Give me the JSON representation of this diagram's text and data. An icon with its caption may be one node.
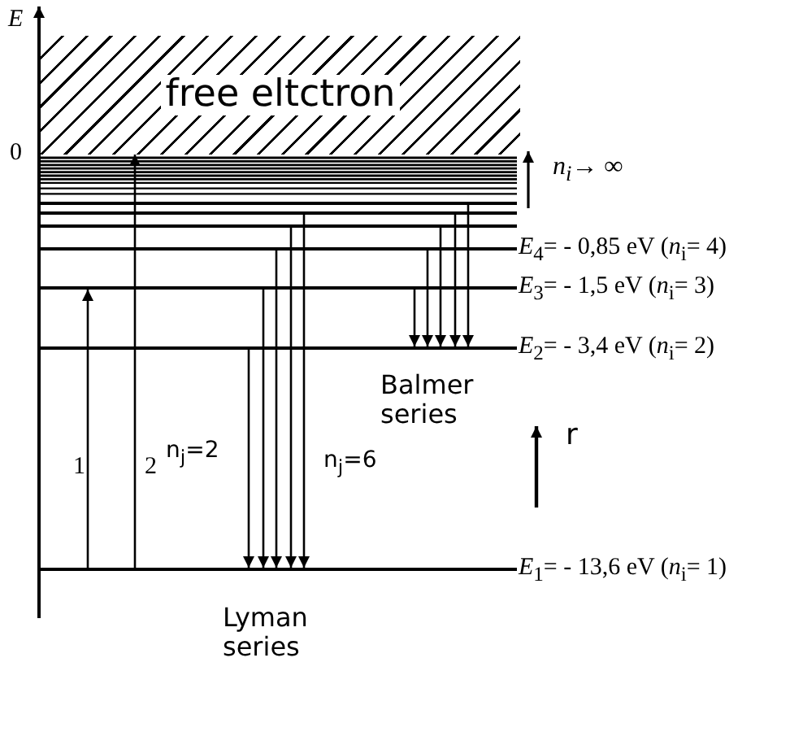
{
  "diagram": {
    "nodes": [
      {
        "text": [
          "free eltctron"
        ]
      },
      {
        "text": [],
        "shape": "bar"
      },
      {
        "text": [],
        "shape": "bar"
      },
      {
        "text": [],
        "shape": "bar"
      },
      {
        "text": [],
        "shape": "bar",
        "beside": [
          "*E*$_{4}$= - 0,85 eV (*n*$_{i}$= 4)"
        ]
      },
      {
        "text": [],
        "shape": "bar",
        "beside": [
          "*E*$_{3}$= - 1,5 eV (*n*$_{i}$= 3)"
        ]
      },
      {
        "text": [],
        "shape": "bar",
        "beside": [
          "*E*$_{2}$= - 3,4 eV (*n*$_{i}$= 2)"
        ]
      },
      {
        "text": [],
        "shape": "bar",
        "beside": [
          "*E*$_{1}$= - 13,6 eV (*n*$_{i}$= 1)"
        ]
      }
    ],
    "edges": [
      {
        "from": 6,
        "to": 7,
        "arrow": "to"
      },
      {
        "from": 5,
        "to": 7,
        "arrow": "to"
      },
      {
        "from": 4,
        "to": 7,
        "arrow": "to"
      },
      {
        "from": 3,
        "to": 7,
        "arrow": "to"
      },
      {
        "from": 2,
        "to": 7,
        "arrow": "to"
      },
      {
        "from": 5,
        "to": 6,
        "arrow": "to"
      },
      {
        "from": 4,
        "to": 6,
        "arrow": "to"
      },
      {
        "from": 3,
        "to": 6,
        "arrow": "to"
      },
      {
        "from": 2,
        "to": 6,
        "arrow": "to"
      },
      {
        "from": 1,
        "to": 6,
        "arrow": "to"
      },
      {
        "from": 7,
        "to": 5,
        "arrow": "to"
      },
      {
        "from": 7,
        "to": 0,
        "arrow": "to"
      }
    ],
    "labels": [
      "E",
      "0",
      "n$_{i}$→ ∞",
      "Balmer series",
      "r",
      "1",
      "2",
      "n$_{j}$=2",
      "n$_{j}$=6",
      "Lyman series"
    ]
  }
}
